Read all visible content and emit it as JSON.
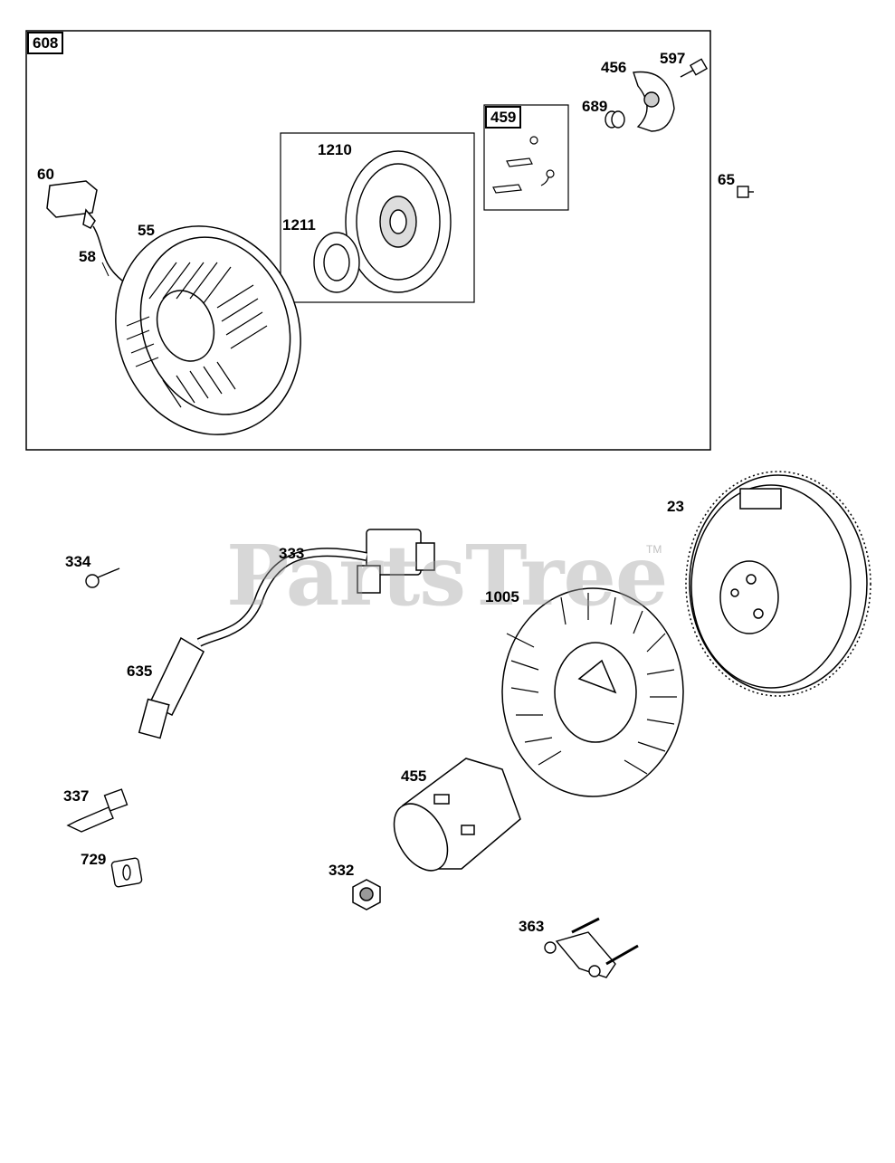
{
  "watermark": {
    "text": "PartsTree",
    "tm": "TM"
  },
  "boxes": {
    "main": "608",
    "pulley": "",
    "ratchet": "459"
  },
  "labels": {
    "p608": "608",
    "p60": "60",
    "p55": "55",
    "p58": "58",
    "p1210": "1210",
    "p1211": "1211",
    "p459": "459",
    "p456": "456",
    "p597": "597",
    "p689": "689",
    "p65": "65",
    "p23": "23",
    "p333": "333",
    "p334": "334",
    "p1005": "1005",
    "p635": "635",
    "p455": "455",
    "p337": "337",
    "p729": "729",
    "p332": "332",
    "p363": "363"
  }
}
